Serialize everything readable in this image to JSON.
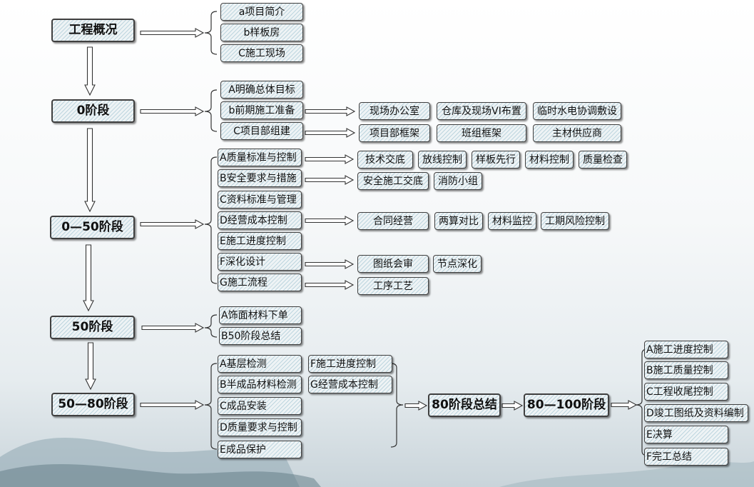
{
  "stages": [
    {
      "label": "工程概况",
      "items": [
        "a项目简介",
        "b样板房",
        "C施工现场"
      ]
    },
    {
      "label": "0阶段",
      "items": [
        {
          "label": "A明确总体目标"
        },
        {
          "label": "b前期施工准备",
          "subs": [
            "现场办公室",
            "仓库及现场VI布置",
            "临时水电协调敷设"
          ]
        },
        {
          "label": "C项目部组建",
          "subs": [
            "项目部框架",
            "班组框架",
            "主材供应商"
          ]
        }
      ]
    },
    {
      "label": "0—50阶段",
      "items": [
        {
          "label": "A质量标准与控制",
          "subs": [
            "技术交底",
            "放线控制",
            "样板先行",
            "材料控制",
            "质量检查"
          ]
        },
        {
          "label": "B安全要求与措施",
          "subs": [
            "安全施工交底",
            "消防小组"
          ]
        },
        {
          "label": "C资料标准与管理"
        },
        {
          "label": "D经营成本控制",
          "subs": [
            "合同经营",
            "两算对比",
            "材料监控",
            "工期风险控制"
          ]
        },
        {
          "label": "E施工进度控制"
        },
        {
          "label": "F深化设计",
          "subs": [
            "图纸会审",
            "节点深化"
          ]
        },
        {
          "label": "G施工流程",
          "subs": [
            "工序工艺"
          ]
        }
      ]
    },
    {
      "label": "50阶段",
      "items": [
        "A饰面材料下单",
        "B50阶段总结"
      ]
    },
    {
      "label": "50—80阶段",
      "items": [
        "A基层检测",
        "B半成品材料检测",
        "C成品安装",
        "D质量要求与控制",
        "E成品保护",
        "F施工进度控制",
        "G经营成本控制"
      ]
    }
  ],
  "summary": "80阶段总结",
  "final": {
    "label": "80—100阶段",
    "items": [
      "A施工进度控制",
      "B施工质量控制",
      "C工程收尾控制",
      "D竣工图纸及资料编制",
      "E决算",
      "F完工总结"
    ]
  }
}
